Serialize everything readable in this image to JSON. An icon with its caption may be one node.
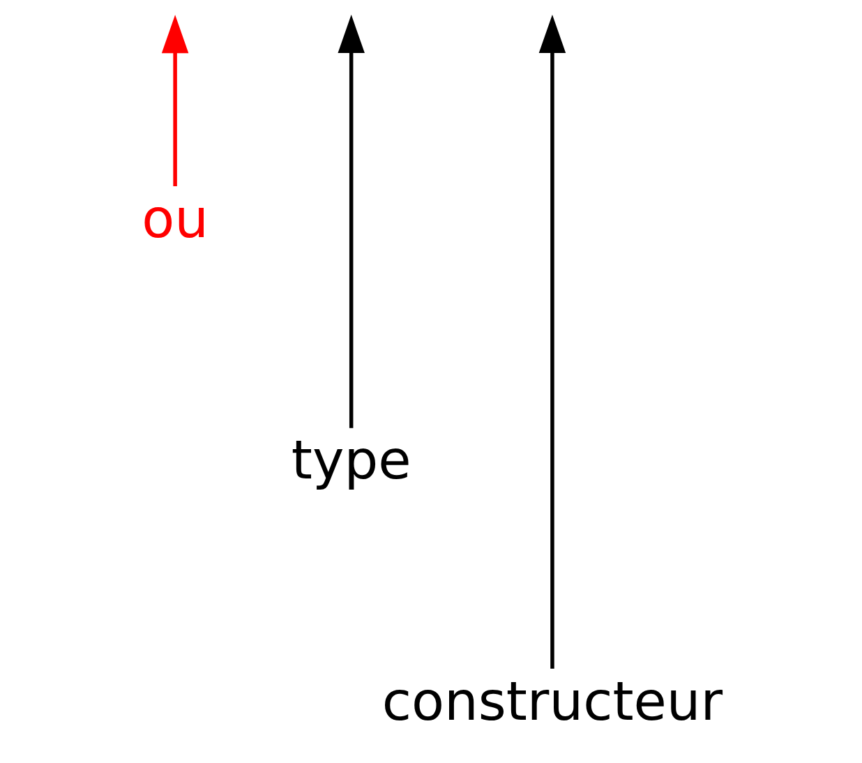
{
  "diagram": {
    "nodes": [
      {
        "text": [
          "ou"
        ]
      },
      {
        "text": [
          "type"
        ]
      },
      {
        "text": [
          "constructeur"
        ]
      }
    ],
    "edges": [
      {
        "from": 2,
        "to": null,
        "arrow": "to"
      },
      {
        "from": 1,
        "to": null,
        "arrow": "to"
      },
      {
        "from": 0,
        "to": null,
        "arrow": "to",
        "color": "#ff0000"
      }
    ]
  }
}
